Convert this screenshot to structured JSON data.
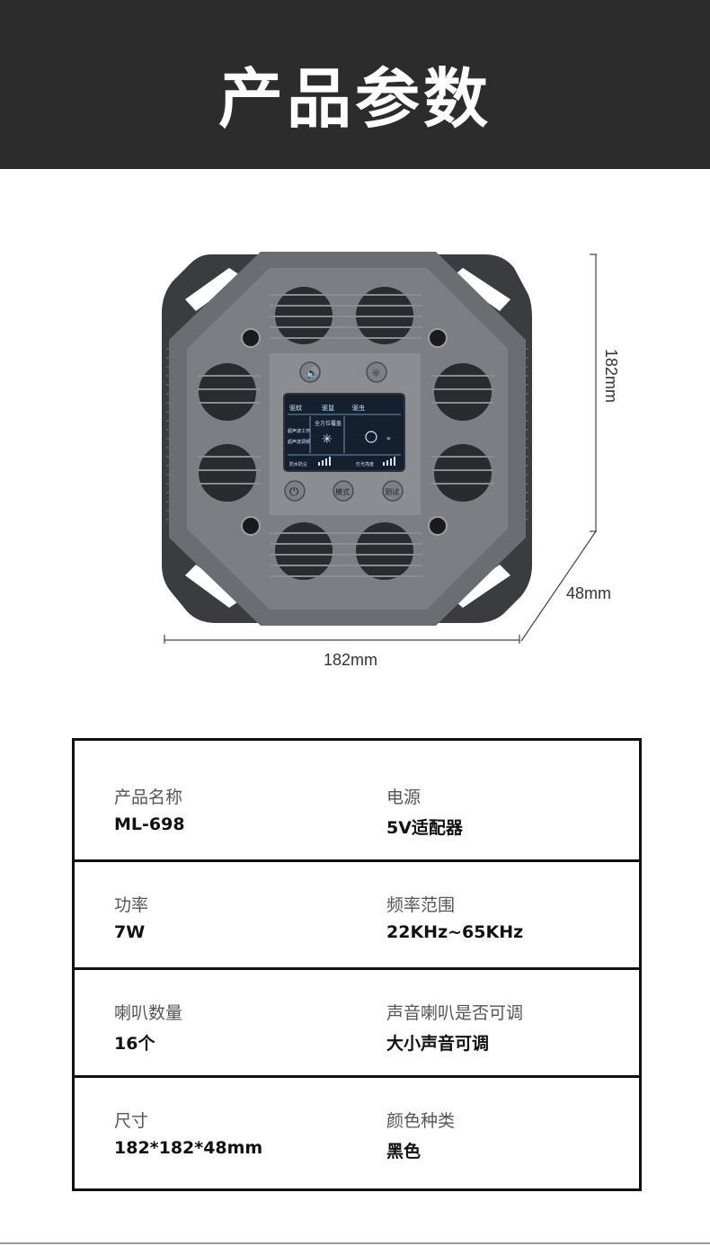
{
  "header": {
    "title": "产品参数"
  },
  "dimensions": {
    "height": "182mm",
    "depth": "48mm",
    "width": "182mm"
  },
  "device": {
    "screen": {
      "tab_1": "驱蚊",
      "tab_2": "驱鼠",
      "tab_3": "驱虫",
      "mode_label": "全方位覆盖",
      "status_1": "超声波工作",
      "status_2": "超声波调频",
      "bottom_left": "防水防尘",
      "bottom_right": "灯光亮度"
    },
    "buttons": {
      "mode": "模式",
      "test": "测试"
    },
    "colors": {
      "body": "#6a6d72",
      "frame": "#3a3c40",
      "screen": "#15202e"
    }
  },
  "specs": [
    {
      "left": {
        "label": "产品名称",
        "value": "ML-698"
      },
      "right": {
        "label": "电源",
        "value": "5V适配器"
      }
    },
    {
      "left": {
        "label": "功率",
        "value": "7W"
      },
      "right": {
        "label": "频率范围",
        "value": "22KHz~65KHz"
      }
    },
    {
      "left": {
        "label": "喇叭数量",
        "value": "16个"
      },
      "right": {
        "label": "声音喇叭是否可调",
        "value": "大小声音可调"
      }
    },
    {
      "left": {
        "label": "尺寸",
        "value": "182*182*48mm"
      },
      "right": {
        "label": "颜色种类",
        "value": "黑色"
      }
    }
  ]
}
